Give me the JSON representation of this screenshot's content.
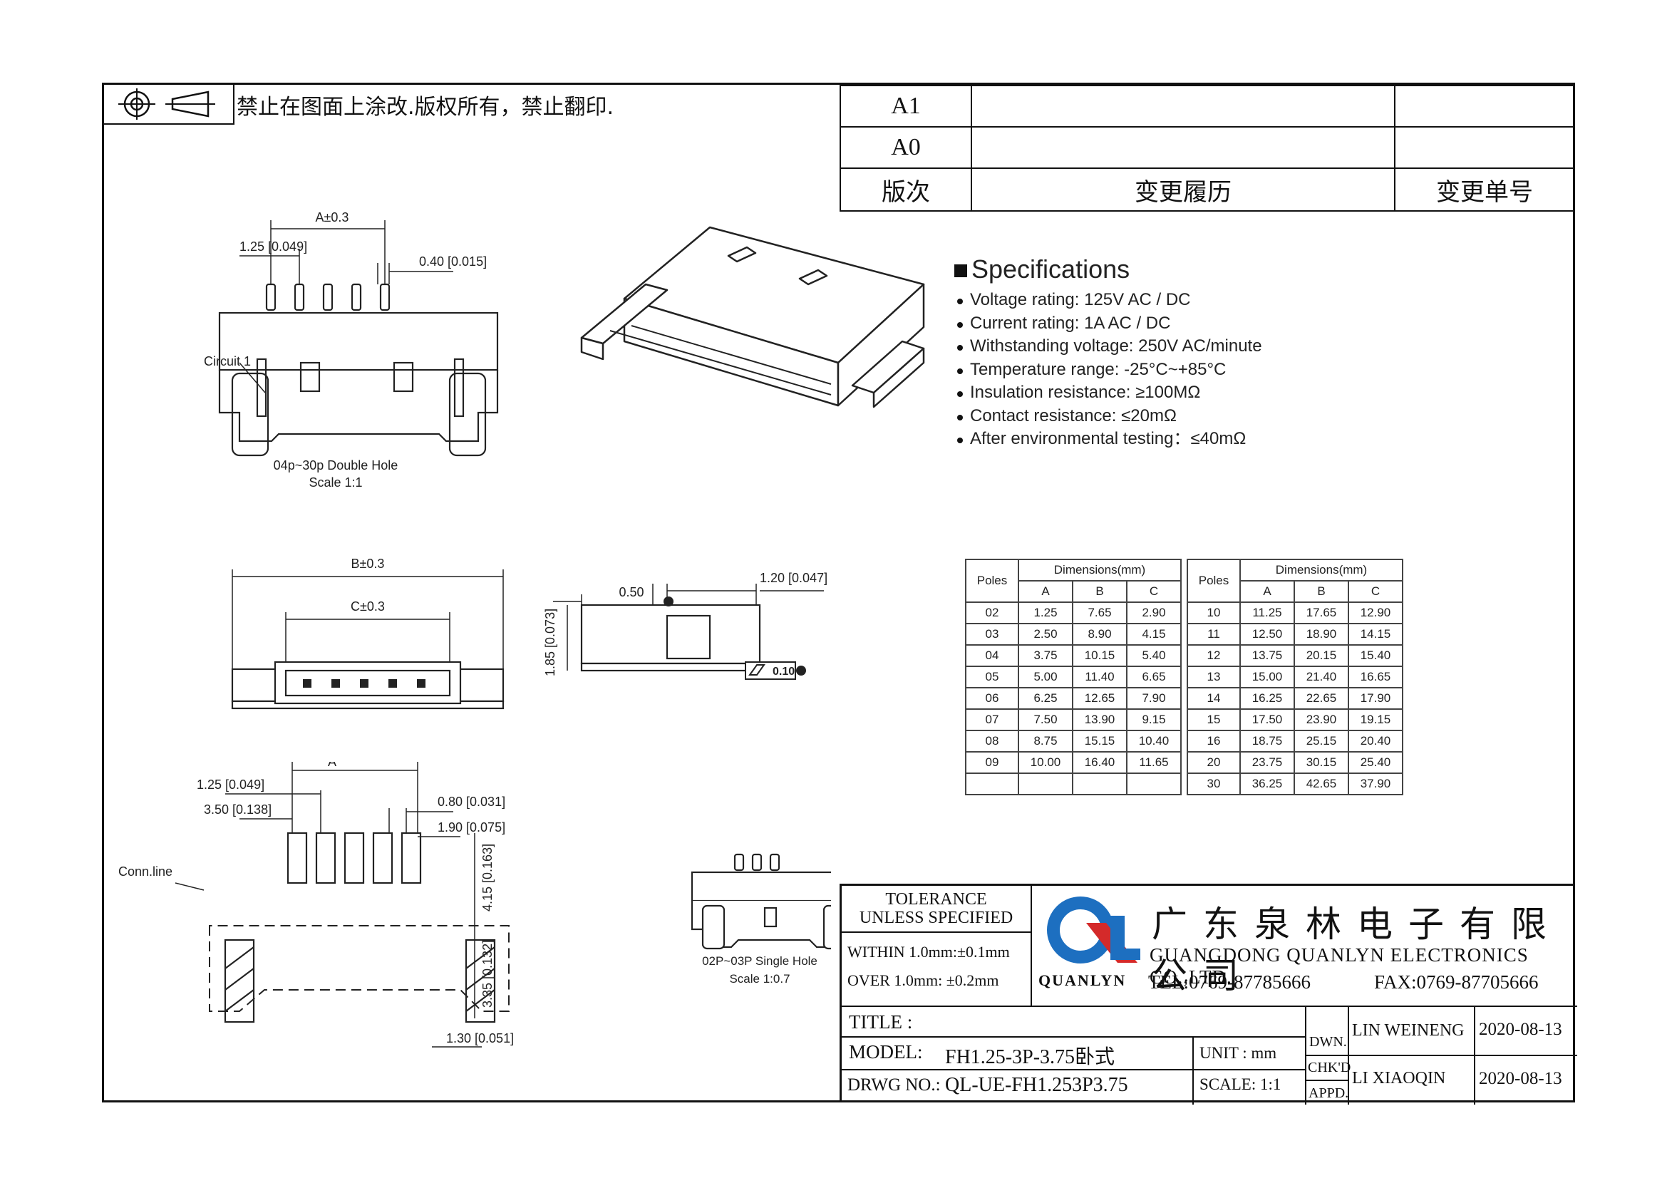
{
  "header": {
    "notice": "禁止在图面上涂改.版权所有，禁止翻印."
  },
  "revision": {
    "rows": [
      {
        "rev": "A1",
        "history": "",
        "number": ""
      },
      {
        "rev": "A0",
        "history": "",
        "number": ""
      }
    ],
    "header": {
      "rev": "版次",
      "history": "变更履历",
      "number": "变更单号"
    }
  },
  "views": {
    "top": {
      "dim_a": "A±0.3",
      "pitch": "1.25 [0.049]",
      "pin_w": "0.40 [0.015]",
      "circuit": "Circuit 1",
      "caption": "04p~30p Double Hole",
      "scale": "Scale 1:1"
    },
    "front": {
      "dim_b": "B±0.3",
      "dim_c": "C±0.3"
    },
    "side": {
      "d050": "0.50",
      "d120": "1.20 [0.047]",
      "d185": "1.85 [0.073]",
      "flat": "0.10"
    },
    "pcb": {
      "dim_a": "A",
      "pitch": "1.25 [0.049]",
      "d350": "3.50 [0.138]",
      "d080": "0.80 [0.031]",
      "d190": "1.90 [0.075]",
      "d415": "4.15 [0.163]",
      "d335": "3.35 [0.132]",
      "d130": "1.30 [0.051]",
      "conn": "Conn.line"
    },
    "small": {
      "caption": "02P~03P Single Hole",
      "scale": "Scale 1:0.7"
    }
  },
  "specifications": {
    "title": "Specifications",
    "items": [
      "Voltage rating: 125V AC / DC",
      "Current rating: 1A  AC / DC",
      "Withstanding voltage: 250V AC/minute",
      "Temperature range:  -25°C~+85°C",
      "Insulation resistance:  ≥100MΩ",
      "Contact resistance:   ≤20mΩ",
      "After environmental testing：≤40mΩ"
    ]
  },
  "dimensions_table": {
    "left": {
      "headers": [
        "Poles",
        "Dimensions(mm)",
        "A",
        "B",
        "C"
      ],
      "rows": [
        [
          "02",
          "1.25",
          "7.65",
          "2.90"
        ],
        [
          "03",
          "2.50",
          "8.90",
          "4.15"
        ],
        [
          "04",
          "3.75",
          "10.15",
          "5.40"
        ],
        [
          "05",
          "5.00",
          "11.40",
          "6.65"
        ],
        [
          "06",
          "6.25",
          "12.65",
          "7.90"
        ],
        [
          "07",
          "7.50",
          "13.90",
          "9.15"
        ],
        [
          "08",
          "8.75",
          "15.15",
          "10.40"
        ],
        [
          "09",
          "10.00",
          "16.40",
          "11.65"
        ],
        [
          "",
          "",
          "",
          ""
        ]
      ]
    },
    "right": {
      "headers": [
        "Poles",
        "Dimensions(mm)",
        "A",
        "B",
        "C"
      ],
      "rows": [
        [
          "10",
          "11.25",
          "17.65",
          "12.90"
        ],
        [
          "11",
          "12.50",
          "18.90",
          "14.15"
        ],
        [
          "12",
          "13.75",
          "20.15",
          "15.40"
        ],
        [
          "13",
          "15.00",
          "21.40",
          "16.65"
        ],
        [
          "14",
          "16.25",
          "22.65",
          "17.90"
        ],
        [
          "15",
          "17.50",
          "23.90",
          "19.15"
        ],
        [
          "16",
          "18.75",
          "25.15",
          "20.40"
        ],
        [
          "20",
          "23.75",
          "30.15",
          "25.40"
        ],
        [
          "30",
          "36.25",
          "42.65",
          "37.90"
        ]
      ]
    }
  },
  "title_block": {
    "tolerance": "TOLERANCE",
    "unless": "UNLESS SPECIFIED",
    "within": "WITHIN 1.0mm:±0.1mm",
    "over": "OVER 1.0mm:  ±0.2mm",
    "company_cn": "广东泉林电子有限公司",
    "company_en": "GUANGDONG QUANLYN ELECTRONICS CO.,LTD.",
    "brand": "QUANLYN",
    "tel": "TEL:0769-87785666",
    "fax": "FAX:0769-87705666",
    "title_label": "TITLE :",
    "model_label": "MODEL:",
    "model_value": "FH1.25-3P-3.75卧式",
    "drwg_label": "DRWG NO.:",
    "drwg_value": "QL-UE-FH1.253P3.75",
    "unit_label": "UNIT :  mm",
    "scale_label": "SCALE: 1:1",
    "dwn": "DWN.",
    "chkd": "CHK'D",
    "appd": "APPD.",
    "dwn_name": "LIN WEINENG",
    "dwn_date": "2020-08-13",
    "chk_name": "LI XIAOQIN",
    "chk_date": "2020-08-13"
  },
  "colors": {
    "logo_blue": "#1d6fc0",
    "logo_red": "#d42a2a"
  }
}
